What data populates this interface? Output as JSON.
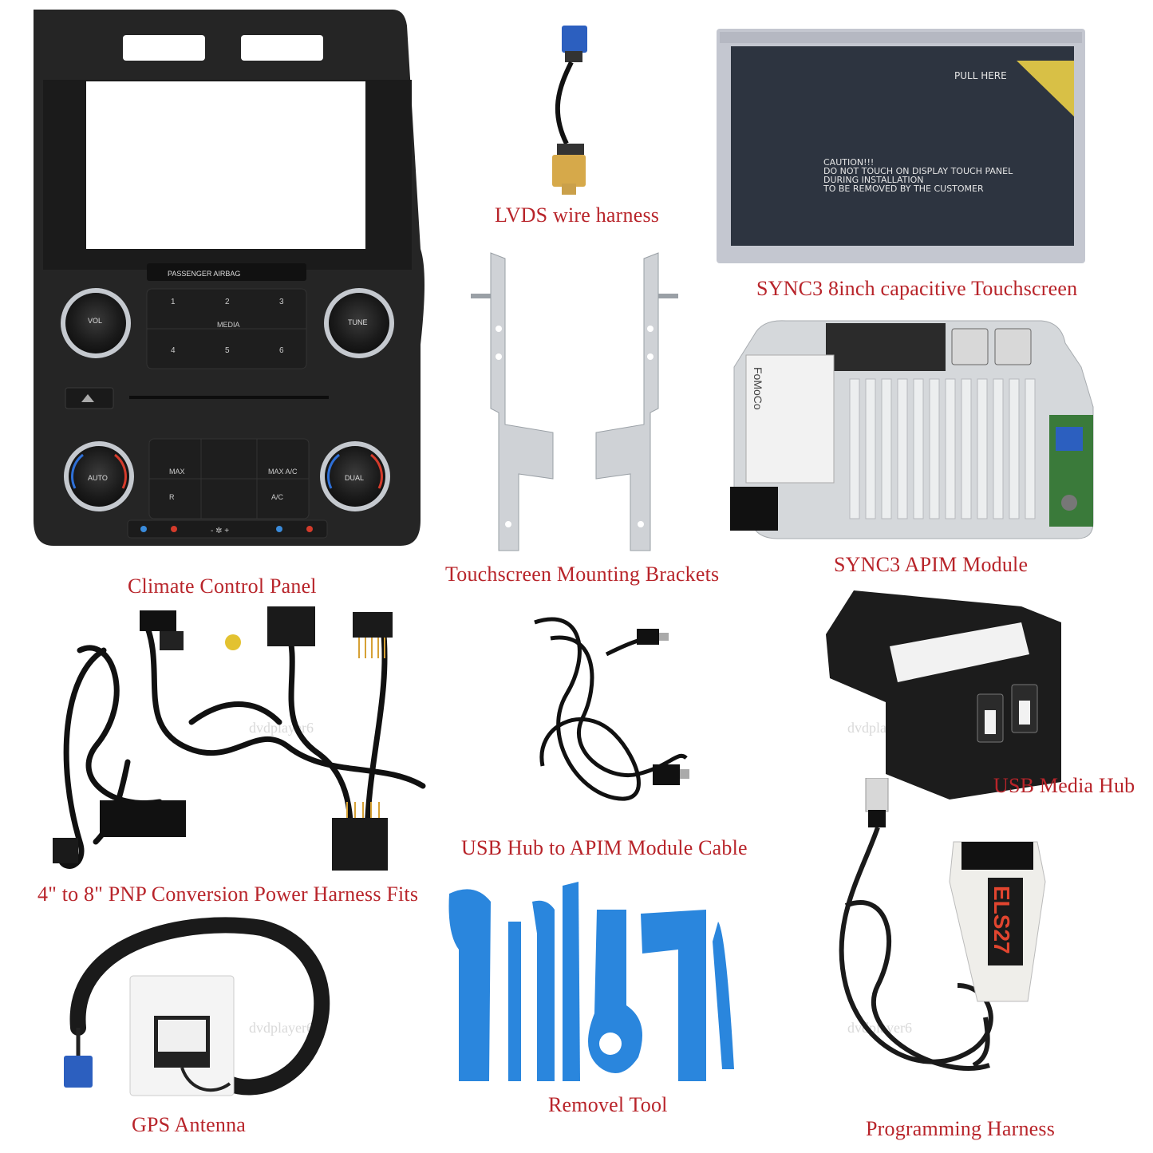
{
  "colors": {
    "label": "#b8242a",
    "watermark": "#d9d9d9",
    "panel_black": "#222222",
    "tool_blue": "#2a86dd",
    "metal": "#cfd2d6",
    "screen_frame": "#c4c7d0",
    "screen_glass": "#2d3440",
    "els_red": "#e1452f"
  },
  "watermark": "dvdplayer6",
  "items": {
    "climate_panel": {
      "label": "Climate Control Panel",
      "airbag": "PASSENGER AIRBAG",
      "vol": "VOL",
      "tune": "TUNE",
      "media": "MEDIA",
      "auto": "AUTO",
      "dual": "DUAL",
      "presets": [
        "1",
        "2",
        "3",
        "4",
        "5",
        "6"
      ],
      "max": "MAX",
      "max_ac": "MAX\nA/C",
      "ac": "A/C",
      "fan": "- ✲ +",
      "rec": "R"
    },
    "lvds": {
      "label": "LVDS  wire harness"
    },
    "touchscreen": {
      "label": "SYNC3 8inch capacitive Touchscreen",
      "pull_here": "PULL HERE",
      "caution": [
        "CAUTION!!!",
        "DO NOT TOUCH ON DISPLAY TOUCH PANEL",
        "DURING INSTALLATION",
        "TO BE REMOVED BY THE CUSTOMER"
      ]
    },
    "brackets": {
      "label": "Touchscreen Mounting Brackets"
    },
    "apim": {
      "label": "SYNC3 APIM Module",
      "brand": "FoMoCo"
    },
    "power_harness": {
      "label": "4\" to 8\" PNP Conversion Power Harness Fits"
    },
    "usb_cable": {
      "label": "USB Hub to APIM Module Cable"
    },
    "usb_hub": {
      "label": "USB Media Hub"
    },
    "gps": {
      "label": "GPS Antenna"
    },
    "removel_tool": {
      "label": "Removel Tool"
    },
    "programming": {
      "label": "Programming Harness",
      "device_text": "ELS27"
    }
  }
}
